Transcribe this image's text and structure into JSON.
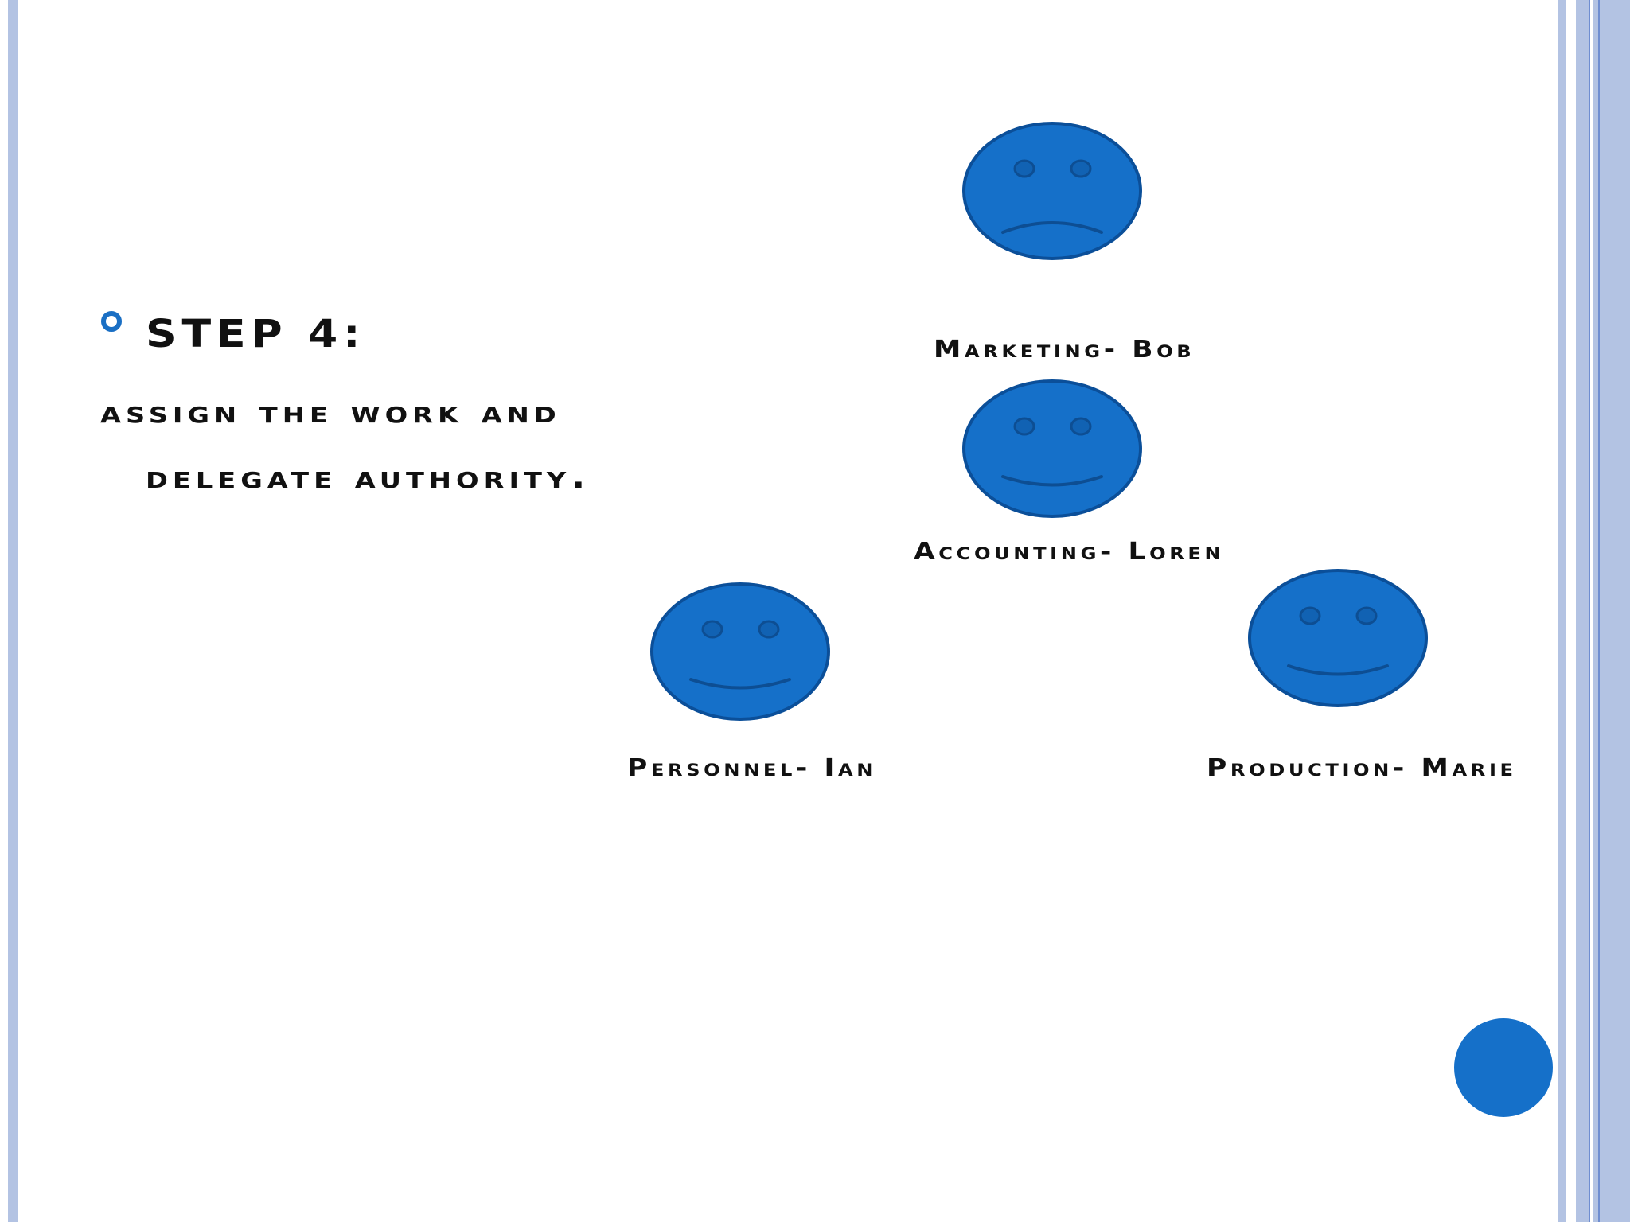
{
  "slide": {
    "step_title": "STEP 4:",
    "body_line_1": "Assign the work and",
    "body_line_2": "delegate authority."
  },
  "people": [
    {
      "label": "Marketing- Bob",
      "expression": "sad-face-icon"
    },
    {
      "label": "Accounting- Loren",
      "expression": "smiley-face-icon"
    },
    {
      "label": "Personnel- Ian",
      "expression": "smiley-face-icon"
    },
    {
      "label": "Production- Marie",
      "expression": "smiley-face-icon"
    }
  ],
  "colors": {
    "face_fill": "#1570c9",
    "face_stroke": "#0b4f99",
    "feature": "#0d4e93",
    "bullet": "#1a6fc4",
    "side_bar": "#b3c3e3",
    "text": "#111111"
  }
}
